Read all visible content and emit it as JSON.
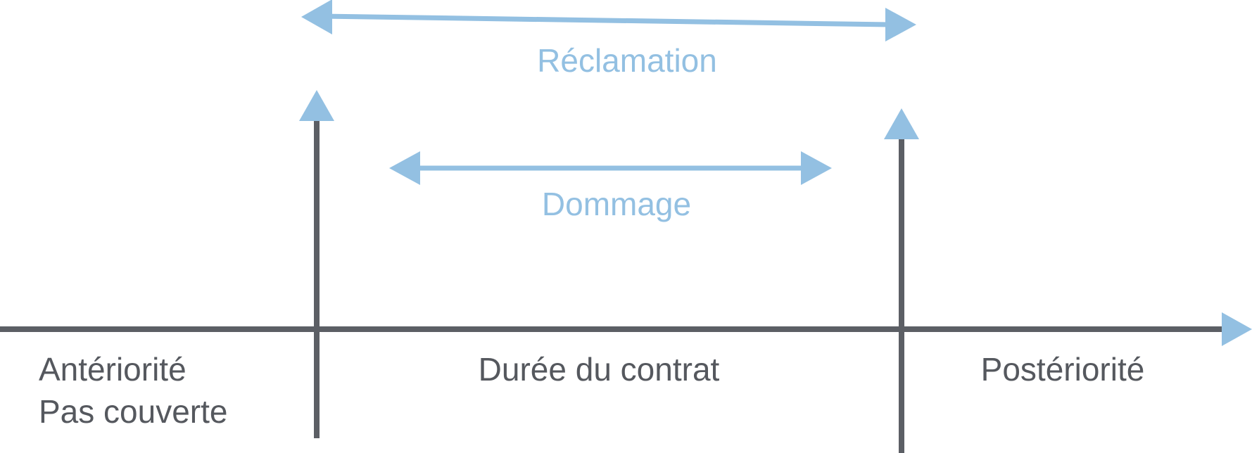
{
  "colors": {
    "timeline": "#5c5f65",
    "event_arrow": "#93c0e2",
    "dark_text": "#55585e",
    "blue_text": "#93c0e2",
    "background": "#ffffff"
  },
  "events": {
    "claim_label": "Réclamation",
    "damage_label": "Dommage"
  },
  "periods": {
    "before_line1": "Antériorité",
    "before_line2": "Pas couverte",
    "during": "Durée du contrat",
    "after": "Postériorité"
  }
}
